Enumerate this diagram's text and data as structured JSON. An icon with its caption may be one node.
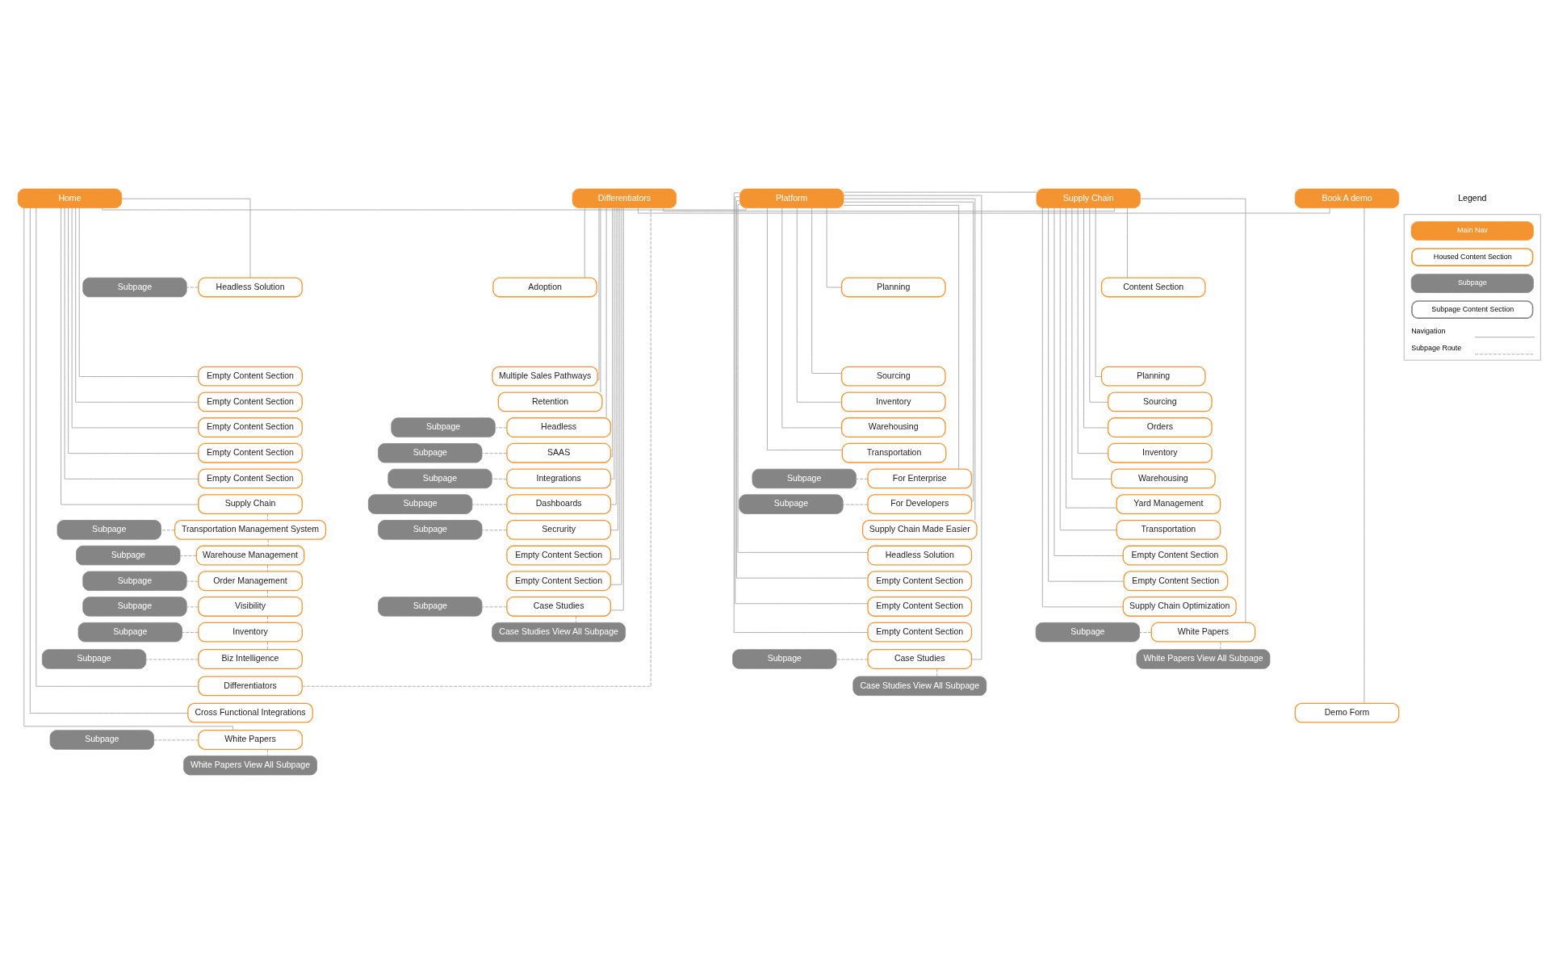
{
  "diagram": {
    "nodes": [
      {
        "text": [
          "Home"
        ]
      },
      {
        "text": [
          "Platform"
        ]
      },
      {
        "text": [
          "Supply Chain"
        ]
      },
      {
        "text": [
          "Differentiators"
        ]
      },
      {
        "text": [
          "Book A demo"
        ]
      },
      {
        "text": [
          "Headless Solution"
        ]
      },
      {
        "text": [
          "Subpage"
        ]
      },
      {
        "text": [
          "Empty Content Section"
        ]
      },
      {
        "text": [
          "Empty Content Section"
        ]
      },
      {
        "text": [
          "Empty Content Section"
        ]
      },
      {
        "text": [
          "Empty Content Section"
        ]
      },
      {
        "text": [
          "Empty Content Section"
        ]
      },
      {
        "text": [
          "Supply Chain"
        ]
      },
      {
        "text": [
          "Transportation Management System"
        ]
      },
      {
        "text": [
          "Subpage"
        ]
      },
      {
        "text": [
          "Warehouse Management"
        ]
      },
      {
        "text": [
          "Subpage"
        ]
      },
      {
        "text": [
          "Order Management"
        ]
      },
      {
        "text": [
          "Subpage"
        ]
      },
      {
        "text": [
          "Visibility"
        ]
      },
      {
        "text": [
          "Subpage"
        ]
      },
      {
        "text": [
          "Inventory"
        ]
      },
      {
        "text": [
          "Subpage"
        ]
      },
      {
        "text": [
          "Biz Intelligence"
        ]
      },
      {
        "text": [
          "Subpage"
        ]
      },
      {
        "text": [
          "Differentiators"
        ]
      },
      {
        "text": [
          "Cross Functional Integrations"
        ]
      },
      {
        "text": [
          "White Papers"
        ]
      },
      {
        "text": [
          "Subpage"
        ]
      },
      {
        "text": [
          "White Papers View All Subpage"
        ]
      },
      {
        "text": [
          "Planning"
        ]
      },
      {
        "text": [
          "Sourcing"
        ]
      },
      {
        "text": [
          "Inventory"
        ]
      },
      {
        "text": [
          "Warehousing"
        ]
      },
      {
        "text": [
          "Transportation"
        ]
      },
      {
        "text": [
          "For Enterprise"
        ]
      },
      {
        "text": [
          "Subpage"
        ]
      },
      {
        "text": [
          "For Developers"
        ]
      },
      {
        "text": [
          "Subpage"
        ]
      },
      {
        "text": [
          "Supply Chain Made Easier"
        ]
      },
      {
        "text": [
          "Headless Solution"
        ]
      },
      {
        "text": [
          "Empty Content Section"
        ]
      },
      {
        "text": [
          "Empty Content Section"
        ]
      },
      {
        "text": [
          "Empty Content Section"
        ]
      },
      {
        "text": [
          "Case Studies"
        ]
      },
      {
        "text": [
          "Subpage"
        ]
      },
      {
        "text": [
          "Case Studies View All Subpage"
        ]
      },
      {
        "text": [
          "Content Section"
        ]
      },
      {
        "text": [
          "Planning"
        ]
      },
      {
        "text": [
          "Sourcing"
        ]
      },
      {
        "text": [
          "Orders"
        ]
      },
      {
        "text": [
          "Inventory"
        ]
      },
      {
        "text": [
          "Warehousing"
        ]
      },
      {
        "text": [
          "Yard Management"
        ]
      },
      {
        "text": [
          "Transportation"
        ]
      },
      {
        "text": [
          "Empty Content Section"
        ]
      },
      {
        "text": [
          "Empty Content Section"
        ]
      },
      {
        "text": [
          "Supply Chain Optimization"
        ]
      },
      {
        "text": [
          "White Papers"
        ]
      },
      {
        "text": [
          "Subpage"
        ]
      },
      {
        "text": [
          "White Papers View All Subpage"
        ]
      },
      {
        "text": [
          "Adoption"
        ]
      },
      {
        "text": [
          "Multiple Sales Pathways"
        ]
      },
      {
        "text": [
          "Retention"
        ]
      },
      {
        "text": [
          "Headless"
        ]
      },
      {
        "text": [
          "Subpage"
        ]
      },
      {
        "text": [
          "SAAS"
        ]
      },
      {
        "text": [
          "Subpage"
        ]
      },
      {
        "text": [
          "Integrations"
        ]
      },
      {
        "text": [
          "Subpage"
        ]
      },
      {
        "text": [
          "Dashboards"
        ]
      },
      {
        "text": [
          "Subpage"
        ]
      },
      {
        "text": [
          "Secrurity"
        ]
      },
      {
        "text": [
          "Subpage"
        ]
      },
      {
        "text": [
          "Empty Content Section"
        ]
      },
      {
        "text": [
          "Empty Content Section"
        ]
      },
      {
        "text": [
          "Case Studies"
        ]
      },
      {
        "text": [
          "Subpage"
        ]
      },
      {
        "text": [
          "Case Studies View All Subpage"
        ]
      },
      {
        "text": [
          "Demo Form"
        ]
      }
    ],
    "edges": [
      {
        "from": 0,
        "to": 1,
        "arrow": "none"
      },
      {
        "from": 1,
        "to": 2,
        "arrow": "none"
      },
      {
        "from": 2,
        "to": 3,
        "arrow": "none"
      },
      {
        "from": 3,
        "to": 4,
        "arrow": "none"
      },
      {
        "from": 0,
        "to": 5,
        "arrow": "none"
      },
      {
        "from": 0,
        "to": 7,
        "arrow": "none"
      },
      {
        "from": 0,
        "to": 8,
        "arrow": "none"
      },
      {
        "from": 0,
        "to": 9,
        "arrow": "none"
      },
      {
        "from": 0,
        "to": 10,
        "arrow": "none"
      },
      {
        "from": 0,
        "to": 11,
        "arrow": "none"
      },
      {
        "from": 0,
        "to": 12,
        "arrow": "none"
      },
      {
        "from": 0,
        "to": 25,
        "arrow": "none"
      },
      {
        "from": 0,
        "to": 26,
        "arrow": "none"
      },
      {
        "from": 0,
        "to": 27,
        "arrow": "none"
      },
      {
        "from": 5,
        "to": 6,
        "arrow": "none",
        "style": "dashed"
      },
      {
        "from": 12,
        "to": 13,
        "arrow": "none",
        "style": "dashed"
      },
      {
        "from": 13,
        "to": 14,
        "arrow": "none",
        "style": "dashed"
      },
      {
        "from": 13,
        "to": 15,
        "arrow": "none",
        "style": "dashed"
      },
      {
        "from": 15,
        "to": 16,
        "arrow": "none",
        "style": "dashed"
      },
      {
        "from": 15,
        "to": 17,
        "arrow": "none",
        "style": "dashed"
      },
      {
        "from": 17,
        "to": 18,
        "arrow": "none",
        "style": "dashed"
      },
      {
        "from": 17,
        "to": 19,
        "arrow": "none",
        "style": "dashed"
      },
      {
        "from": 19,
        "to": 20,
        "arrow": "none",
        "style": "dashed"
      },
      {
        "from": 19,
        "to": 21,
        "arrow": "none",
        "style": "dashed"
      },
      {
        "from": 21,
        "to": 22,
        "arrow": "none",
        "style": "dashed"
      },
      {
        "from": 21,
        "to": 23,
        "arrow": "none",
        "style": "dashed"
      },
      {
        "from": 23,
        "to": 24,
        "arrow": "none",
        "style": "dashed"
      },
      {
        "from": 25,
        "to": 3,
        "arrow": "none",
        "style": "dashed"
      },
      {
        "from": 27,
        "to": 28,
        "arrow": "none",
        "style": "dashed"
      },
      {
        "from": 27,
        "to": 29,
        "arrow": "none",
        "style": "dashed"
      },
      {
        "from": 1,
        "to": 30,
        "arrow": "none"
      },
      {
        "from": 1,
        "to": 31,
        "arrow": "none"
      },
      {
        "from": 1,
        "to": 32,
        "arrow": "none"
      },
      {
        "from": 1,
        "to": 33,
        "arrow": "none"
      },
      {
        "from": 1,
        "to": 34,
        "arrow": "none"
      },
      {
        "from": 1,
        "to": 35,
        "arrow": "none"
      },
      {
        "from": 1,
        "to": 37,
        "arrow": "none"
      },
      {
        "from": 1,
        "to": 39,
        "arrow": "none"
      },
      {
        "from": 1,
        "to": 40,
        "arrow": "none"
      },
      {
        "from": 1,
        "to": 41,
        "arrow": "none"
      },
      {
        "from": 1,
        "to": 42,
        "arrow": "none"
      },
      {
        "from": 1,
        "to": 43,
        "arrow": "none"
      },
      {
        "from": 1,
        "to": 44,
        "arrow": "none"
      },
      {
        "from": 35,
        "to": 36,
        "arrow": "none",
        "style": "dashed"
      },
      {
        "from": 37,
        "to": 38,
        "arrow": "none",
        "style": "dashed"
      },
      {
        "from": 44,
        "to": 45,
        "arrow": "none",
        "style": "dashed"
      },
      {
        "from": 44,
        "to": 46,
        "arrow": "none",
        "style": "dashed"
      },
      {
        "from": 2,
        "to": 47,
        "arrow": "none"
      },
      {
        "from": 2,
        "to": 48,
        "arrow": "none"
      },
      {
        "from": 2,
        "to": 49,
        "arrow": "none"
      },
      {
        "from": 2,
        "to": 50,
        "arrow": "none"
      },
      {
        "from": 2,
        "to": 51,
        "arrow": "none"
      },
      {
        "from": 2,
        "to": 52,
        "arrow": "none"
      },
      {
        "from": 2,
        "to": 53,
        "arrow": "none"
      },
      {
        "from": 2,
        "to": 54,
        "arrow": "none"
      },
      {
        "from": 2,
        "to": 55,
        "arrow": "none"
      },
      {
        "from": 2,
        "to": 56,
        "arrow": "none"
      },
      {
        "from": 2,
        "to": 57,
        "arrow": "none"
      },
      {
        "from": 2,
        "to": 58,
        "arrow": "none"
      },
      {
        "from": 58,
        "to": 59,
        "arrow": "none",
        "style": "dashed"
      },
      {
        "from": 58,
        "to": 60,
        "arrow": "none",
        "style": "dashed"
      },
      {
        "from": 3,
        "to": 61,
        "arrow": "none"
      },
      {
        "from": 3,
        "to": 62,
        "arrow": "none"
      },
      {
        "from": 3,
        "to": 63,
        "arrow": "none"
      },
      {
        "from": 3,
        "to": 64,
        "arrow": "none"
      },
      {
        "from": 3,
        "to": 66,
        "arrow": "none"
      },
      {
        "from": 3,
        "to": 68,
        "arrow": "none"
      },
      {
        "from": 3,
        "to": 70,
        "arrow": "none"
      },
      {
        "from": 3,
        "to": 72,
        "arrow": "none"
      },
      {
        "from": 3,
        "to": 74,
        "arrow": "none"
      },
      {
        "from": 3,
        "to": 75,
        "arrow": "none"
      },
      {
        "from": 3,
        "to": 76,
        "arrow": "none"
      },
      {
        "from": 64,
        "to": 65,
        "arrow": "none",
        "style": "dashed"
      },
      {
        "from": 66,
        "to": 67,
        "arrow": "none",
        "style": "dashed"
      },
      {
        "from": 68,
        "to": 69,
        "arrow": "none",
        "style": "dashed"
      },
      {
        "from": 70,
        "to": 71,
        "arrow": "none",
        "style": "dashed"
      },
      {
        "from": 72,
        "to": 73,
        "arrow": "none",
        "style": "dashed"
      },
      {
        "from": 76,
        "to": 77,
        "arrow": "none",
        "style": "dashed"
      },
      {
        "from": 76,
        "to": 78,
        "arrow": "none",
        "style": "dashed"
      },
      {
        "from": 4,
        "to": 79,
        "arrow": "none"
      }
    ],
    "labels": [
      "Legend"
    ],
    "legend": [
      {
        "text": "Main Nav",
        "color": "#f39430"
      },
      {
        "text": "Housed Content Section"
      },
      {
        "text": "Subpage",
        "color": "#858585"
      },
      {
        "text": "Subpage Content Section"
      },
      {
        "text": "Navigation"
      },
      {
        "text": "Subpage Route"
      }
    ]
  }
}
